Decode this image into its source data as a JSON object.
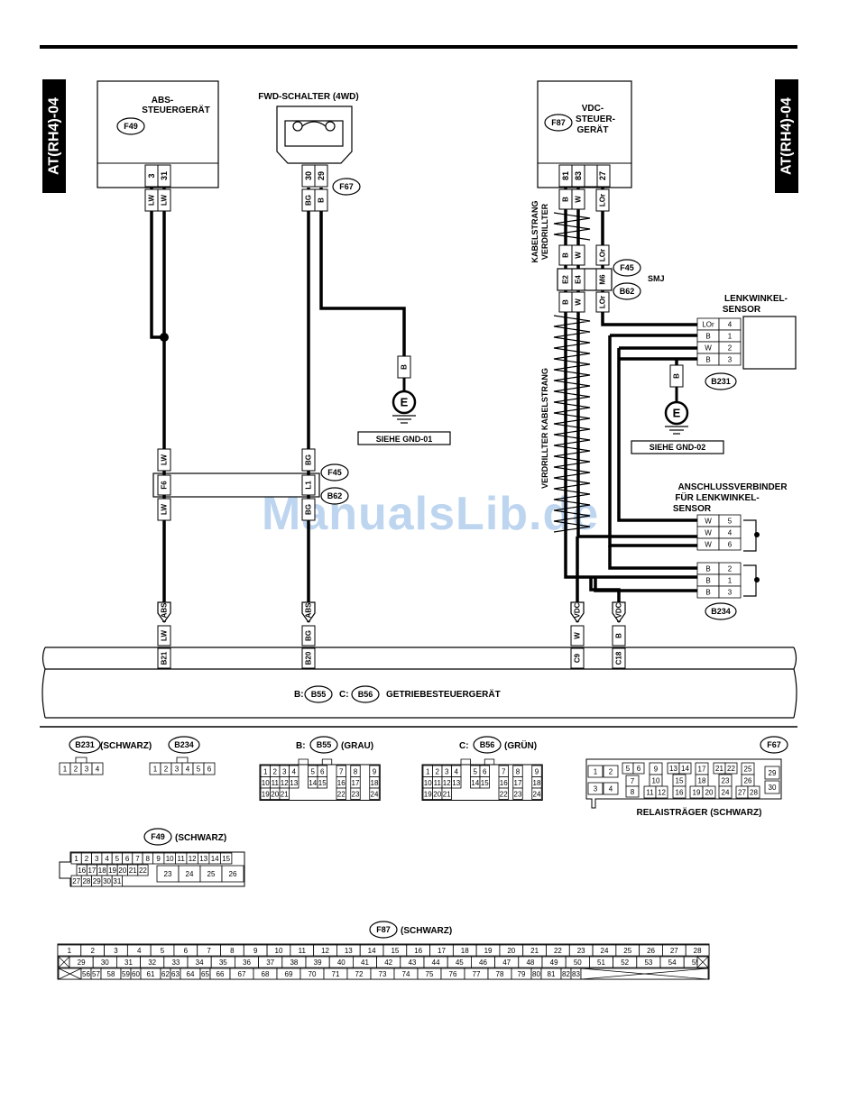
{
  "page": {
    "code_left": "AT(RH4)-04",
    "code_right": "AT(RH4)-04"
  },
  "watermark": "ManualsLib.de",
  "abs_unit": {
    "line1": "ABS-",
    "line2": "STEUERGERÄT",
    "connector": "F49",
    "pins": [
      "3",
      "31"
    ]
  },
  "fwd_switch": {
    "title": "FWD-SCHALTER (4WD)",
    "connector": "F67",
    "pins": [
      "30",
      "29"
    ]
  },
  "vdc_unit": {
    "line1": "VDC-",
    "line2": "STEUER-",
    "line3": "GERÄT",
    "connector": "F87",
    "pins": [
      "81",
      "83",
      "27"
    ]
  },
  "twisted_harness": {
    "upper_line1": "VERDRILLTER",
    "upper_line2": "KABELSTRANG",
    "lower": "VERDRILLTER KABELSTRANG"
  },
  "smj": {
    "label": "SMJ",
    "connector_a": "F45",
    "connector_b": "B62",
    "pins": [
      "E2",
      "E4",
      "M6"
    ]
  },
  "steering_sensor": {
    "line1": "LENKWINKEL-",
    "line2": "SENSOR",
    "connector": "B231",
    "pins": [
      {
        "wire": "LOr",
        "pin": "4"
      },
      {
        "wire": "B",
        "pin": "1"
      },
      {
        "wire": "W",
        "pin": "2"
      },
      {
        "wire": "B",
        "pin": "3"
      }
    ]
  },
  "gnd01": {
    "label": "SIEHE GND-01",
    "symbol": "E",
    "wire": "B"
  },
  "gnd02": {
    "label": "SIEHE GND-02",
    "symbol": "E",
    "wire": "B"
  },
  "mid_connector": {
    "connector_a": "F45",
    "connector_b": "B62",
    "pins": [
      "F6",
      "L1"
    ]
  },
  "steering_connector": {
    "line1": "ANSCHLUSSVERBINDER",
    "line2": "FÜR LENKWINKEL-",
    "line3": "SENSOR",
    "connector": "B234",
    "pins_top": [
      {
        "wire": "W",
        "pin": "5"
      },
      {
        "wire": "W",
        "pin": "4"
      },
      {
        "wire": "W",
        "pin": "6"
      }
    ],
    "pins_bottom": [
      {
        "wire": "B",
        "pin": "2"
      },
      {
        "wire": "B",
        "pin": "1"
      },
      {
        "wire": "B",
        "pin": "3"
      }
    ]
  },
  "wire_labels": {
    "lw": "LW",
    "bg": "BG",
    "b": "B",
    "w": "W",
    "lor": "LOr",
    "abs": "ABS",
    "vdc": "VDC"
  },
  "tcu": {
    "label_b": "B:",
    "conn_b": "B55",
    "label_c": "C:",
    "conn_c": "B56",
    "name": "GETRIEBESTEUERGERÄT",
    "pins": [
      "B21",
      "B20",
      "C9",
      "C18"
    ]
  },
  "legend": {
    "b231": {
      "connector": "B231",
      "color": "(SCHWARZ)",
      "pins": [
        "1",
        "2",
        "3",
        "4"
      ]
    },
    "b234": {
      "connector": "B234",
      "pins": [
        "1",
        "2",
        "3",
        "4",
        "5",
        "6"
      ]
    },
    "b55": {
      "prefix": "B:",
      "connector": "B55",
      "color": "(GRAU)"
    },
    "b56": {
      "prefix": "C:",
      "connector": "B56",
      "color": "(GRÜN)"
    },
    "f67": {
      "connector": "F67",
      "relay": "RELAISTRÄGER (SCHWARZ)"
    },
    "f49": {
      "connector": "F49",
      "color": "(SCHWARZ)"
    },
    "f87": {
      "connector": "F87",
      "color": "(SCHWARZ)"
    }
  }
}
